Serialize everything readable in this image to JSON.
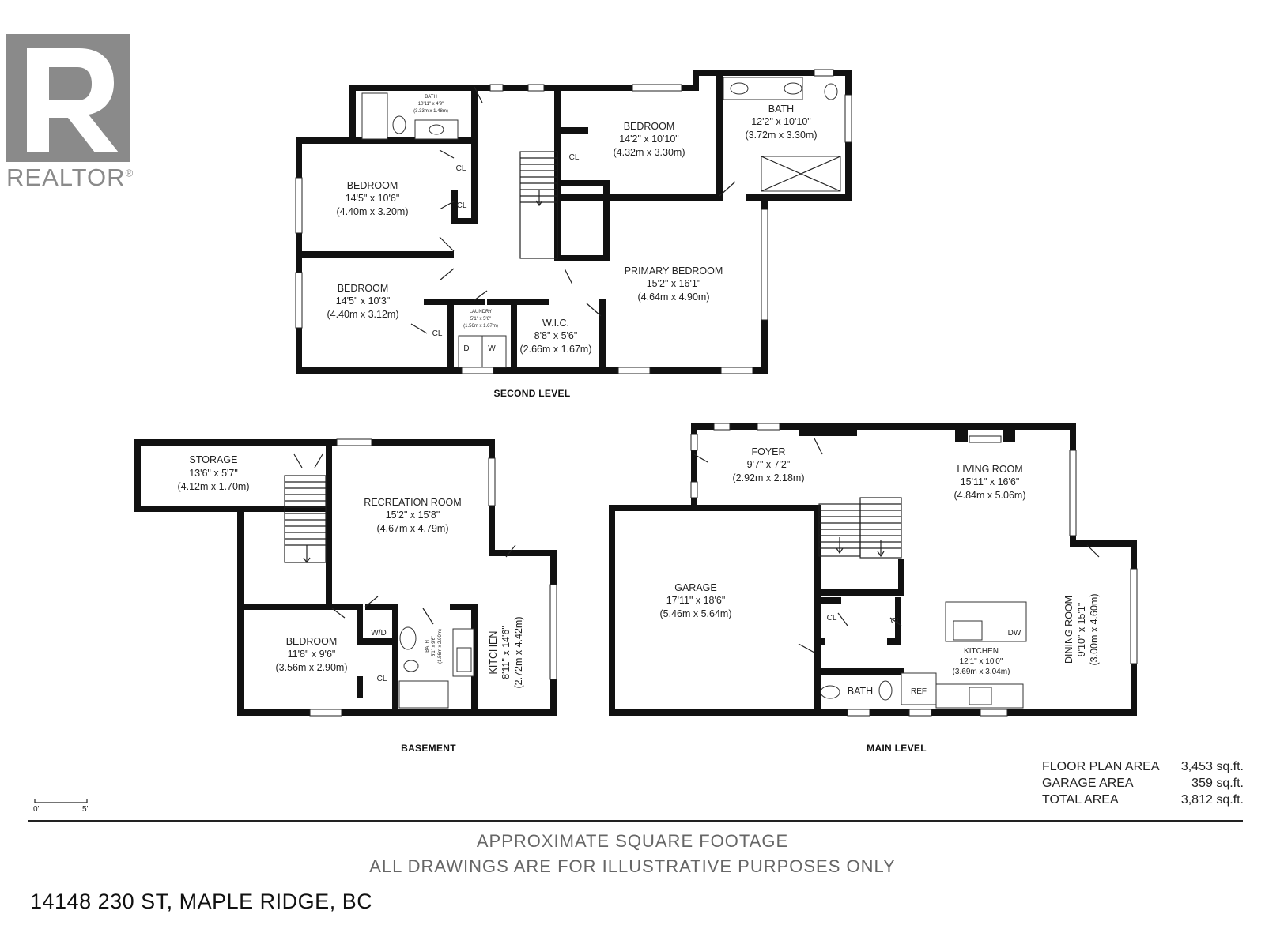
{
  "logo": {
    "wordmark": "REALTOR",
    "registered": "®"
  },
  "levels": {
    "second": "SECOND LEVEL",
    "basement": "BASEMENT",
    "main": "MAIN LEVEL"
  },
  "rooms": {
    "second": {
      "bath_small": {
        "name": "BATH",
        "dim_imperial": "10'11\" x 4'9\"",
        "dim_metric": "(3.33m x 1.48m)"
      },
      "bedroom_top": {
        "name": "BEDROOM",
        "dim_imperial": "14'2\" x 10'10\"",
        "dim_metric": "(4.32m x 3.30m)"
      },
      "bath_primary": {
        "name": "BATH",
        "dim_imperial": "12'2\" x 10'10\"",
        "dim_metric": "(3.72m x 3.30m)"
      },
      "bedroom_left1": {
        "name": "BEDROOM",
        "dim_imperial": "14'5\" x 10'6\"",
        "dim_metric": "(4.40m x 3.20m)"
      },
      "bedroom_left2": {
        "name": "BEDROOM",
        "dim_imperial": "14'5\" x 10'3\"",
        "dim_metric": "(4.40m x 3.12m)"
      },
      "laundry": {
        "name": "LAUNDRY",
        "dim_imperial": "5'1\" x 5'6\"",
        "dim_metric": "(1.56m x 1.67m)"
      },
      "wic": {
        "name": "W.I.C.",
        "dim_imperial": "8'8\" x 5'6\"",
        "dim_metric": "(2.66m x 1.67m)"
      },
      "primary": {
        "name": "PRIMARY BEDROOM",
        "dim_imperial": "15'2\" x 16'1\"",
        "dim_metric": "(4.64m x 4.90m)"
      },
      "closet": "CL",
      "dryer": "D",
      "washer": "W"
    },
    "basement": {
      "storage": {
        "name": "STORAGE",
        "dim_imperial": "13'6\" x 5'7\"",
        "dim_metric": "(4.12m x 1.70m)"
      },
      "recreation": {
        "name": "RECREATION ROOM",
        "dim_imperial": "15'2\" x 15'8\"",
        "dim_metric": "(4.67m x 4.79m)"
      },
      "bedroom": {
        "name": "BEDROOM",
        "dim_imperial": "11'8\" x 9'6\"",
        "dim_metric": "(3.56m x 2.90m)"
      },
      "bath": {
        "name": "BATH",
        "dim_imperial": "5'1\" x 9'6\"",
        "dim_metric": "(1.56m x 2.90m)"
      },
      "kitchen": {
        "name": "KITCHEN",
        "dim_imperial": "8'11\" x 14'6\"",
        "dim_metric": "(2.72m x 4.42m)"
      },
      "wd": "W/D",
      "closet": "CL"
    },
    "main": {
      "foyer": {
        "name": "FOYER",
        "dim_imperial": "9'7\" x 7'2\"",
        "dim_metric": "(2.92m x 2.18m)"
      },
      "living": {
        "name": "LIVING ROOM",
        "dim_imperial": "15'11\" x 16'6\"",
        "dim_metric": "(4.84m x 5.06m)"
      },
      "garage": {
        "name": "GARAGE",
        "dim_imperial": "17'11\" x 18'6\"",
        "dim_metric": "(5.46m x 5.64m)"
      },
      "kitchen": {
        "name": "KITCHEN",
        "dim_imperial": "12'1\" x 10'0\"",
        "dim_metric": "(3.69m x 3.04m)"
      },
      "dining": {
        "name": "DINING ROOM",
        "dim_imperial": "9'10\" x 15'1\"",
        "dim_metric": "(3.00m x 4.60m)"
      },
      "bath": "BATH",
      "ref": "REF",
      "dw": "DW",
      "closet": "CL"
    }
  },
  "scale": {
    "start": "0'",
    "end": "5'"
  },
  "areas": [
    {
      "label": "FLOOR PLAN AREA",
      "value": "3,453 sq.ft."
    },
    {
      "label": "GARAGE AREA",
      "value": "359 sq.ft."
    },
    {
      "label": "TOTAL AREA",
      "value": "3,812 sq.ft."
    }
  ],
  "notes": {
    "line1": "APPROXIMATE SQUARE FOOTAGE",
    "line2": "ALL DRAWINGS ARE FOR ILLUSTRATIVE PURPOSES ONLY"
  },
  "address": "14148 230 ST, MAPLE RIDGE, BC",
  "colors": {
    "wall": "#111111",
    "logo_gray": "#8a8a8a",
    "note_gray": "#666666"
  }
}
